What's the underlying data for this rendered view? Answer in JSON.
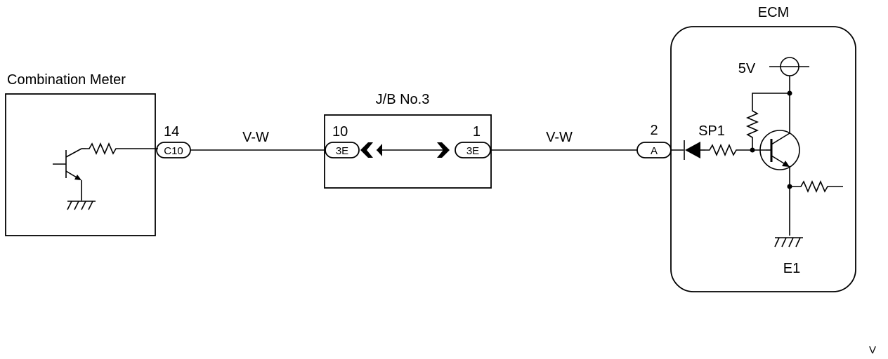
{
  "components": {
    "combination_meter": {
      "label": "Combination Meter",
      "pin": "14",
      "connector": "C10"
    },
    "junction_block": {
      "label": "J/B No.3",
      "left_pin": "10",
      "left_connector": "3E",
      "right_pin": "1",
      "right_connector": "3E"
    },
    "ecm": {
      "label": "ECM",
      "pin": "2",
      "connector": "A",
      "voltage_label": "5V",
      "terminal_label": "SP1",
      "ground_label": "E1"
    }
  },
  "wires": {
    "left_color": "V-W",
    "right_color": "V-W"
  },
  "footer": {
    "mark": "V"
  }
}
